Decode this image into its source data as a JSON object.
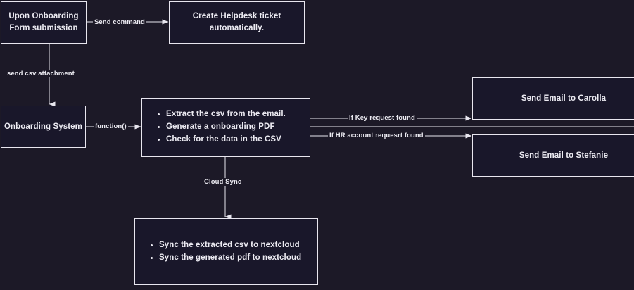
{
  "diagram": {
    "title": "Onboarding automation flowchart",
    "background_color": "#1c1927",
    "node_fill_color": "#19172a",
    "stroke_color": "#e8e6ef",
    "text_color": "#ecebf2"
  },
  "nodes": {
    "onboarding_form": {
      "line1": "Upon Onboarding",
      "line2": "Form submission"
    },
    "helpdesk_ticket": {
      "line1": "Create Helpdesk ticket",
      "line2": "automatically."
    },
    "onboarding_system": {
      "label": "Onboarding System"
    },
    "processing": {
      "items": [
        "Extract the csv from the email.",
        "Generate a onboarding PDF",
        "Check for the data in the CSV"
      ]
    },
    "email_carolla": {
      "label": "Send Email to Carolla"
    },
    "email_stefanie": {
      "label": "Send Email to Stefanie"
    },
    "cloud_sync_tasks": {
      "items": [
        "Sync the extracted csv to nextcloud",
        "Sync the generated pdf to nextcloud"
      ]
    }
  },
  "edges": {
    "send_command": "Send command",
    "send_csv_attachment": "send csv attachment",
    "function_call": "function()",
    "if_key_request": "If Key request found",
    "if_hr_account_request": "If HR account requesrt found",
    "cloud_sync": "Cloud Sync"
  }
}
